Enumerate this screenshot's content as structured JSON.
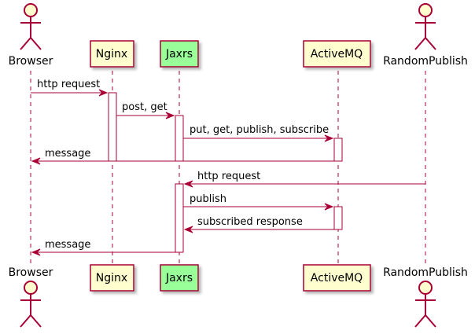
{
  "colors": {
    "line": "#A80036",
    "participant_fill": "#FEFECE",
    "participant_fill_highlight": "#99FF99",
    "activation_fill": "#FFFFFF",
    "shadow": "#CBCBCB",
    "text": "#000000"
  },
  "participants": [
    {
      "id": "browser",
      "label": "Browser",
      "kind": "actor"
    },
    {
      "id": "nginx",
      "label": "Nginx",
      "kind": "box",
      "highlight": false
    },
    {
      "id": "jaxrs",
      "label": "Jaxrs",
      "kind": "box",
      "highlight": true
    },
    {
      "id": "activemq",
      "label": "ActiveMQ",
      "kind": "box",
      "highlight": false
    },
    {
      "id": "randompublish",
      "label": "RandomPublish",
      "kind": "actor"
    }
  ],
  "messages": [
    {
      "from": "browser",
      "to": "nginx",
      "label": "http request"
    },
    {
      "from": "nginx",
      "to": "jaxrs",
      "label": "post, get"
    },
    {
      "from": "jaxrs",
      "to": "activemq",
      "label": "put, get, publish, subscribe"
    },
    {
      "from": "activemq",
      "to": "browser",
      "label": "message"
    },
    {
      "from": "randompublish",
      "to": "jaxrs",
      "label": "http request"
    },
    {
      "from": "jaxrs",
      "to": "activemq",
      "label": "publish"
    },
    {
      "from": "activemq",
      "to": "jaxrs",
      "label": "subscribed response"
    },
    {
      "from": "jaxrs",
      "to": "browser",
      "label": "message"
    }
  ]
}
